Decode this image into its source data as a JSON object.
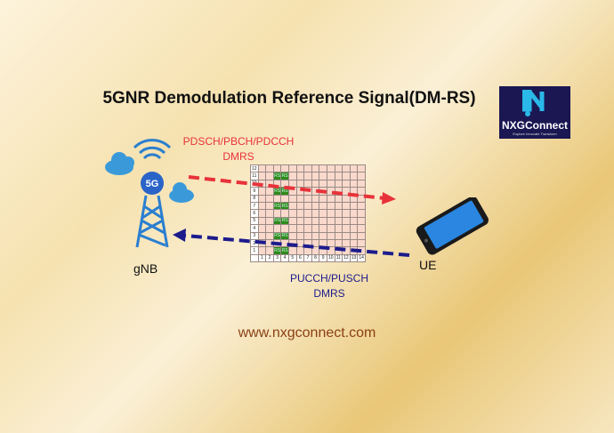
{
  "title": "5GNR Demodulation Reference Signal(DM-RS)",
  "logo": {
    "name": "NXGConnect",
    "tagline": "Explore Innovate Transform"
  },
  "downlink": {
    "line1": "PDSCH/PBCH/PDCCH",
    "line2": "DMRS",
    "color": "#e8323a"
  },
  "uplink": {
    "line1": "PUCCH/PUSCH",
    "line2": "DMRS",
    "color": "#1c1b8c"
  },
  "gnb_label": "gNB",
  "ue_label": "UE",
  "tower_badge": "5G",
  "url": "www.nxgconnect.com",
  "grid": {
    "rows": 12,
    "cols": 14,
    "rs_rows": [
      11,
      9,
      7,
      5,
      3,
      1
    ],
    "rs_cols": [
      3,
      4
    ],
    "rs_label": "RS"
  }
}
